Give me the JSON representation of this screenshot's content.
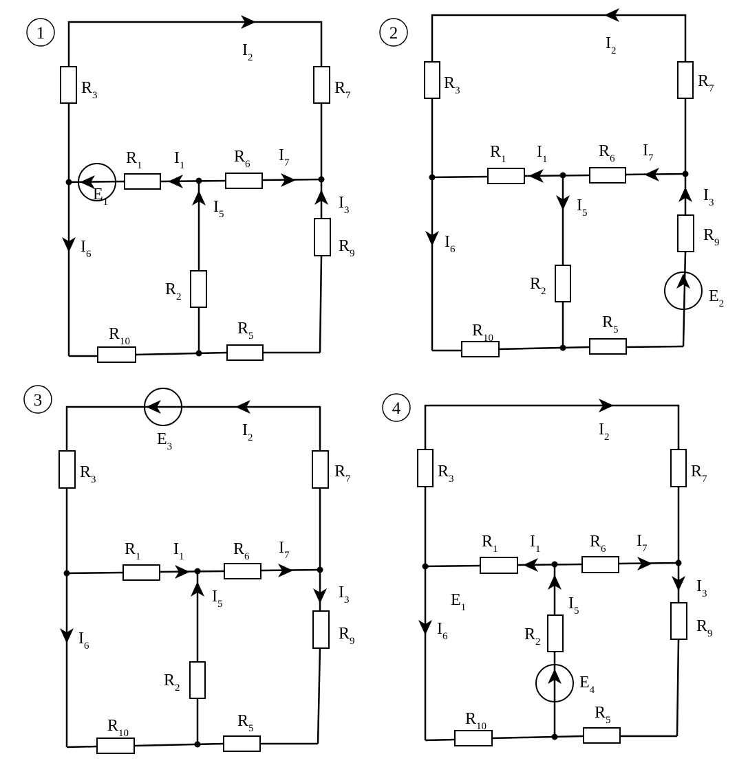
{
  "colors": {
    "ink": "#000000",
    "background": "#ffffff"
  },
  "circuits": [
    {
      "number": "1",
      "labels": {
        "R3": {
          "main": "R",
          "sub": "3"
        },
        "R7": {
          "main": "R",
          "sub": "7"
        },
        "R1": {
          "main": "R",
          "sub": "1"
        },
        "R6": {
          "main": "R",
          "sub": "6"
        },
        "R9": {
          "main": "R",
          "sub": "9"
        },
        "R2": {
          "main": "R",
          "sub": "2"
        },
        "R10": {
          "main": "R",
          "sub": "10"
        },
        "R5": {
          "main": "R",
          "sub": "5"
        },
        "I2": {
          "main": "I",
          "sub": "2"
        },
        "I1": {
          "main": "I",
          "sub": "1"
        },
        "I7": {
          "main": "I",
          "sub": "7"
        },
        "I3": {
          "main": "I",
          "sub": "3"
        },
        "I5": {
          "main": "I",
          "sub": "5"
        },
        "I6": {
          "main": "I",
          "sub": "6"
        },
        "E": {
          "main": "E",
          "sub": "1"
        }
      }
    },
    {
      "number": "2",
      "labels": {
        "R3": {
          "main": "R",
          "sub": "3"
        },
        "R7": {
          "main": "R",
          "sub": "7"
        },
        "R1": {
          "main": "R",
          "sub": "1"
        },
        "R6": {
          "main": "R",
          "sub": "6"
        },
        "R9": {
          "main": "R",
          "sub": "9"
        },
        "R2": {
          "main": "R",
          "sub": "2"
        },
        "R10": {
          "main": "R",
          "sub": "10"
        },
        "R5": {
          "main": "R",
          "sub": "5"
        },
        "I2": {
          "main": "I",
          "sub": "2"
        },
        "I1": {
          "main": "I",
          "sub": "1"
        },
        "I7": {
          "main": "I",
          "sub": "7"
        },
        "I3": {
          "main": "I",
          "sub": "3"
        },
        "I5": {
          "main": "I",
          "sub": "5"
        },
        "I6": {
          "main": "I",
          "sub": "6"
        },
        "E": {
          "main": "E",
          "sub": "2"
        }
      }
    },
    {
      "number": "3",
      "labels": {
        "R3": {
          "main": "R",
          "sub": "3"
        },
        "R7": {
          "main": "R",
          "sub": "7"
        },
        "R1": {
          "main": "R",
          "sub": "1"
        },
        "R6": {
          "main": "R",
          "sub": "6"
        },
        "R9": {
          "main": "R",
          "sub": "9"
        },
        "R2": {
          "main": "R",
          "sub": "2"
        },
        "R10": {
          "main": "R",
          "sub": "10"
        },
        "R5": {
          "main": "R",
          "sub": "5"
        },
        "I2": {
          "main": "I",
          "sub": "2"
        },
        "I1": {
          "main": "I",
          "sub": "1"
        },
        "I7": {
          "main": "I",
          "sub": "7"
        },
        "I3": {
          "main": "I",
          "sub": "3"
        },
        "I5": {
          "main": "I",
          "sub": "5"
        },
        "I6": {
          "main": "I",
          "sub": "6"
        },
        "E": {
          "main": "E",
          "sub": "3"
        }
      }
    },
    {
      "number": "4",
      "labels": {
        "R3": {
          "main": "R",
          "sub": "3"
        },
        "R7": {
          "main": "R",
          "sub": "7"
        },
        "R1": {
          "main": "R",
          "sub": "1"
        },
        "R6": {
          "main": "R",
          "sub": "6"
        },
        "R9": {
          "main": "R",
          "sub": "9"
        },
        "R2": {
          "main": "R",
          "sub": "2"
        },
        "R10": {
          "main": "R",
          "sub": "10"
        },
        "R5": {
          "main": "R",
          "sub": "5"
        },
        "I2": {
          "main": "I",
          "sub": "2"
        },
        "I1": {
          "main": "I",
          "sub": "1"
        },
        "I7": {
          "main": "I",
          "sub": "7"
        },
        "I3": {
          "main": "I",
          "sub": "3"
        },
        "I5": {
          "main": "I",
          "sub": "5"
        },
        "I6": {
          "main": "I",
          "sub": "6"
        },
        "E": {
          "main": "E",
          "sub": "4"
        },
        "E_extra": {
          "main": "E",
          "sub": "1"
        }
      }
    }
  ]
}
